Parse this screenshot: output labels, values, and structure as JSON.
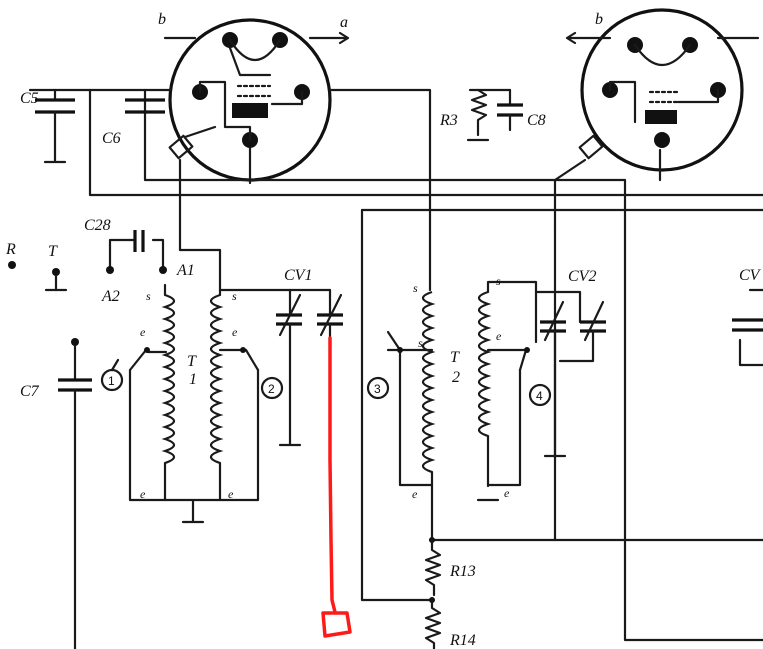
{
  "components": {
    "c5": "C5",
    "c6": "C6",
    "c28": "C28",
    "c7": "C7",
    "c8": "C8",
    "r3": "R3",
    "r13": "R13",
    "r14": "R14",
    "cv1": "CV1",
    "cv2": "CV2",
    "cv3": "CV",
    "t1_a": "T",
    "t1_b": "1",
    "t2_a": "T",
    "t2_b": "2",
    "a1": "A1",
    "a2": "A2",
    "r_term": "R",
    "t_term": "T"
  },
  "pins": {
    "b": "b",
    "a": "a",
    "s": "s",
    "e": "e"
  },
  "switches": {
    "sw1": "1",
    "sw2": "2",
    "sw3": "3",
    "sw4": "4"
  },
  "colors": {
    "ink": "#1a1a1a",
    "annotation": "#ff1a1a",
    "paper": "#ffffff"
  }
}
